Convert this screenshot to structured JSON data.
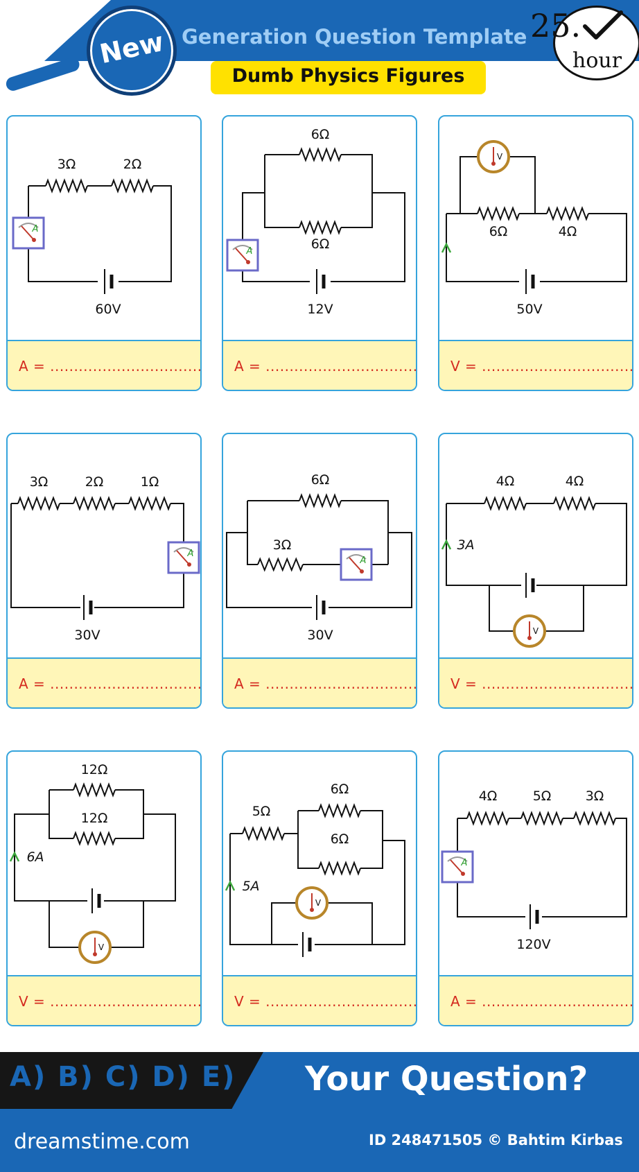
{
  "header": {
    "badge": "New",
    "title": "Generation Question Template",
    "subtitle": "Dumb Physics Figures",
    "test_number": "25.",
    "hour_label": "hour"
  },
  "icons": [
    "magnifier-icon",
    "clock-check-icon",
    "ammeter-icon",
    "voltmeter-icon",
    "battery-icon",
    "resistor-icon",
    "current-arrow-icon"
  ],
  "cards": [
    {
      "resistors": [
        "3Ω",
        "2Ω"
      ],
      "voltage": "60V",
      "answer": "A = ................................ ."
    },
    {
      "resistors": [
        "6Ω",
        "6Ω"
      ],
      "voltage": "12V",
      "answer": "A = ................................ ."
    },
    {
      "resistors": [
        "6Ω",
        "4Ω"
      ],
      "voltage": "50V",
      "answer": "V = ................................ ."
    },
    {
      "resistors": [
        "3Ω",
        "2Ω",
        "1Ω"
      ],
      "voltage": "30V",
      "answer": "A = ................................ ."
    },
    {
      "resistors": [
        "6Ω",
        "3Ω"
      ],
      "voltage": "30V",
      "answer": "A = ................................ ."
    },
    {
      "resistors": [
        "4Ω",
        "4Ω"
      ],
      "current": "3A",
      "answer": "V = ................................ ."
    },
    {
      "resistors": [
        "12Ω",
        "12Ω"
      ],
      "current": "6A",
      "answer": "V = ................................ ."
    },
    {
      "resistors": [
        "5Ω",
        "6Ω",
        "6Ω"
      ],
      "current": "5A",
      "answer": "V = ................................ ."
    },
    {
      "resistors": [
        "4Ω",
        "5Ω",
        "3Ω"
      ],
      "voltage": "120V",
      "answer": "A = ................................ ."
    }
  ],
  "meter_letters": {
    "ammeter": "A",
    "voltmeter": "V"
  },
  "footer": {
    "choices": "A) B) C) D) E)",
    "question": "Your Question?",
    "logo": "dreamstime.com",
    "credit": "ID 248471505 © Bahtim Kirbas"
  },
  "colors": {
    "header_blue": "#1a67b5",
    "subtitle_yellow": "#ffe100",
    "card_border": "#35a4dc",
    "answer_bg": "#fff6b8",
    "answer_text": "#d42a1f",
    "arrow_green": "#3aa63a",
    "meter_ring": "#b8862a",
    "ammeter_frame": "#6a6ac8"
  }
}
